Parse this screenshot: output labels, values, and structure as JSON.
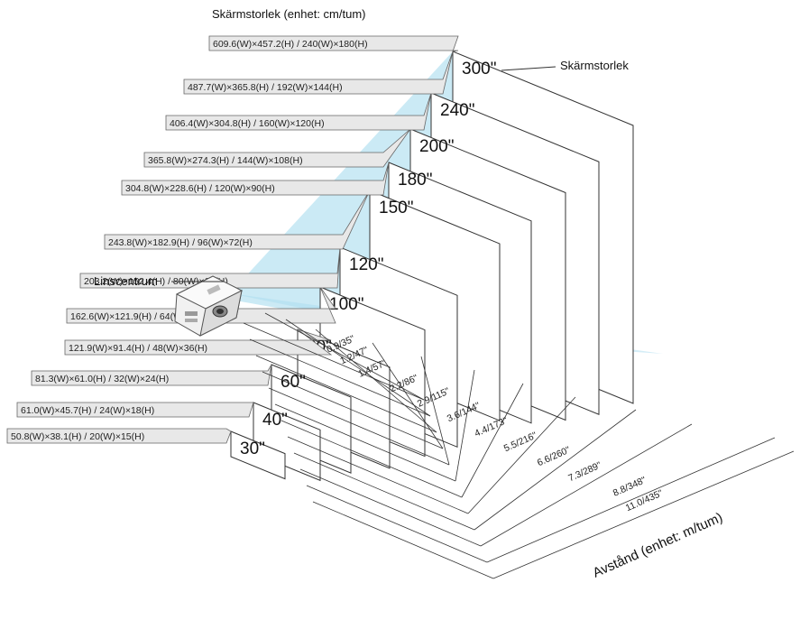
{
  "header": "Skärmstorlek (enhet: cm/tum)",
  "screen_size_label": "Skärmstorlek",
  "lens_center_label": "Linscentrum",
  "distance_axis_label": "Avstånd (enhet: m/tum)",
  "colors": {
    "beam": "#a9dcef",
    "tag_fill": "#e8e8e8",
    "tag_stroke": "#666666",
    "line": "#333333"
  },
  "screens": [
    {
      "size": "30\"",
      "dims": "50.8(W)×38.1(H) / 20(W)×15(H)",
      "distance": "0.9/35\""
    },
    {
      "size": "40\"",
      "dims": "61.0(W)×45.7(H) / 24(W)×18(H)",
      "distance": "1.2/47\""
    },
    {
      "size": "60\"",
      "dims": "81.3(W)×61.0(H) / 32(W)×24(H)",
      "distance": "1.4/57\""
    },
    {
      "size": "80\"",
      "dims": "121.9(W)×91.4(H) / 48(W)×36(H)",
      "distance": "2.2/86\""
    },
    {
      "size": "100\"",
      "dims": "162.6(W)×121.9(H) / 64(W)×48(H)",
      "distance": "2.9/115\""
    },
    {
      "size": "120\"",
      "dims": "203.2(W)×152.4(H) / 80(W)×60(H)",
      "distance": "3.6/144\""
    },
    {
      "size": "150\"",
      "dims": "243.8(W)×182.9(H) / 96(W)×72(H)",
      "distance": "4.4/173\""
    },
    {
      "size": "180\"",
      "dims": "304.8(W)×228.6(H) / 120(W)×90(H)",
      "distance": "5.5/216\""
    },
    {
      "size": "200\"",
      "dims": "365.8(W)×274.3(H) / 144(W)×108(H)",
      "distance": "6.6/260\""
    },
    {
      "size": "240\"",
      "dims": "406.4(W)×304.8(H) / 160(W)×120(H)",
      "distance": "7.3/289\""
    },
    {
      "size": "300\"",
      "dims": "487.7(W)×365.8(H) / 192(W)×144(H)",
      "distance": "8.8/348\""
    },
    {
      "size": "",
      "dims": "609.6(W)×457.2(H) / 240(W)×180(H)",
      "distance": "11.0/435\""
    }
  ]
}
